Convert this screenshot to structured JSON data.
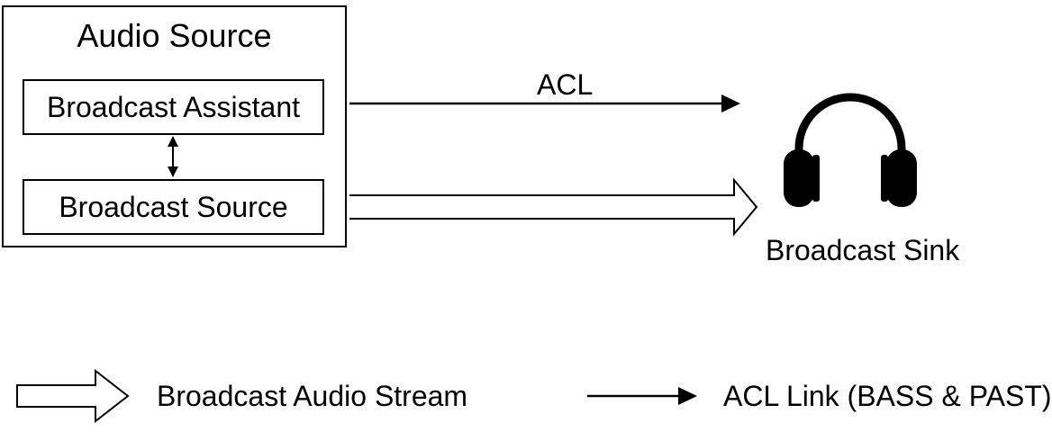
{
  "audio_source": {
    "title": "Audio Source",
    "broadcast_assistant": "Broadcast Assistant",
    "broadcast_source": "Broadcast Source"
  },
  "acl_arrow_label": "ACL",
  "broadcast_sink": {
    "label": "Broadcast Sink",
    "icon": "headphones-icon"
  },
  "legend": {
    "stream_label": "Broadcast Audio Stream",
    "acl_label": "ACL Link (BASS & PAST)"
  }
}
